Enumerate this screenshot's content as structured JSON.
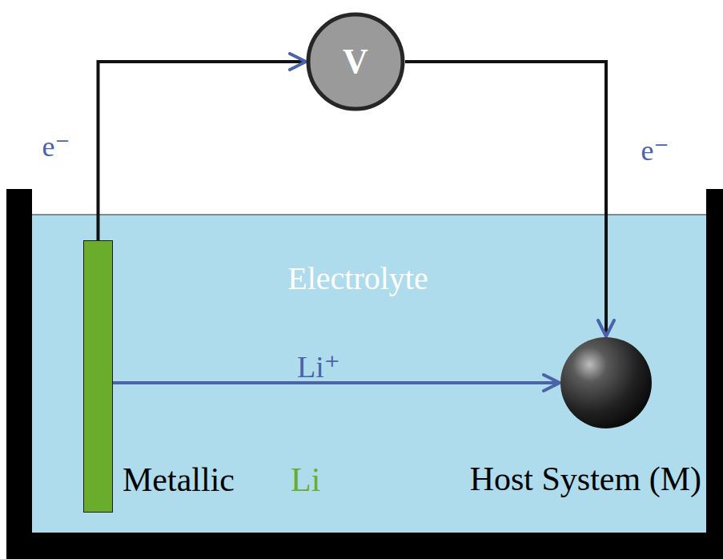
{
  "diagram": {
    "nodes": [
      {
        "text": [
          "Electrolyte"
        ]
      },
      {
        "text": [
          "V"
        ]
      },
      {
        "text": [
          "Metallic",
          "Li"
        ],
        "in": 0
      },
      {
        "text": [
          "Host System (M)"
        ],
        "in": 0
      }
    ],
    "edges": [
      {
        "from": 2,
        "to": 1,
        "arrow": "to",
        "label": "e⁻"
      },
      {
        "from": 1,
        "to": 3,
        "arrow": "to",
        "label": "e⁻"
      },
      {
        "from": 2,
        "to": 3,
        "arrow": "to",
        "label": "Li⁺"
      }
    ]
  }
}
